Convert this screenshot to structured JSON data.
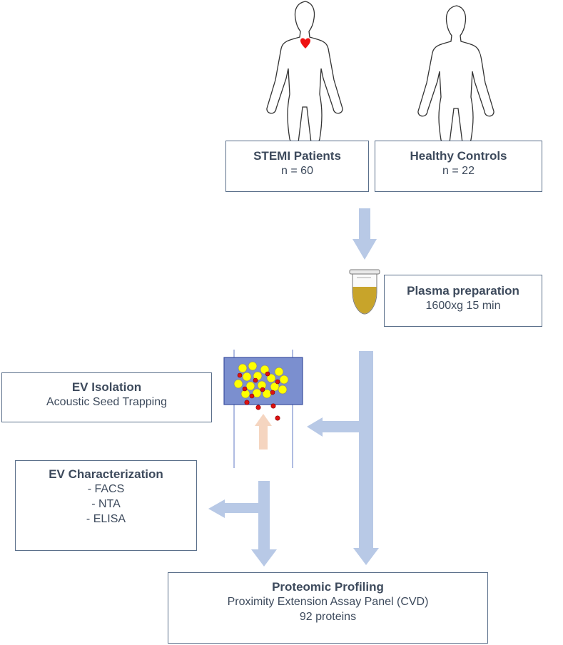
{
  "groups": {
    "stemi": {
      "title": "STEMI Patients",
      "count": "n = 60"
    },
    "controls": {
      "title": "Healthy Controls",
      "count": "n = 22"
    }
  },
  "plasma": {
    "title": "Plasma preparation",
    "detail": "1600xg 15 min"
  },
  "ev_isolation": {
    "title": "EV Isolation",
    "detail": "Acoustic Seed Trapping"
  },
  "ev_characterization": {
    "title": "EV Characterization",
    "items": [
      "- FACS",
      "- NTA",
      "- ELISA"
    ]
  },
  "proteomics": {
    "title": "Proteomic Profiling",
    "detail": "Proximity Extension Assay Panel (CVD)",
    "count": "92 proteins"
  },
  "colors": {
    "arrow": "#b8c9e6",
    "heart": "#ee1111",
    "plasma": "#c8a42a",
    "chamber": "#7b8fcf",
    "bead": "#ffff00",
    "vesicle": "#dd1111",
    "up_arrow": "#f5d5c0"
  }
}
